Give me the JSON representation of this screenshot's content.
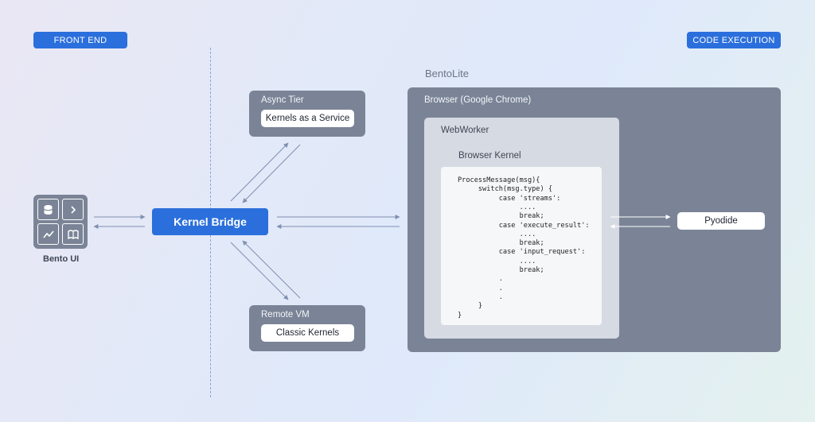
{
  "labels": {
    "front_end": "FRONT END",
    "code_execution": "CODE EXECUTION",
    "bento_ui": "Bento UI",
    "kernel_bridge": "Kernel Bridge",
    "bentolite": "BentoLite"
  },
  "async_tier": {
    "title": "Async Tier",
    "chip": "Kernels as a Service"
  },
  "remote_vm": {
    "title": "Remote VM",
    "chip": "Classic Kernels"
  },
  "browser": {
    "title": "Browser (Google Chrome)",
    "webworker": "WebWorker",
    "kernel": "Browser Kernel"
  },
  "pyodide": "Pyodide",
  "code": [
    "ProcessMessage(msg){",
    "     switch(msg.type) {",
    "          case 'streams':",
    "               ....",
    "               break;",
    "          case 'execute_result':",
    "               ....",
    "               break;",
    "          case 'input_request':",
    "               ....",
    "               break;",
    "          .",
    "          .",
    "          .",
    "     }",
    "}"
  ],
  "colors": {
    "accent": "#2b6fdc",
    "box_gray": "#7a8496",
    "inner_gray": "#d6dae2"
  }
}
